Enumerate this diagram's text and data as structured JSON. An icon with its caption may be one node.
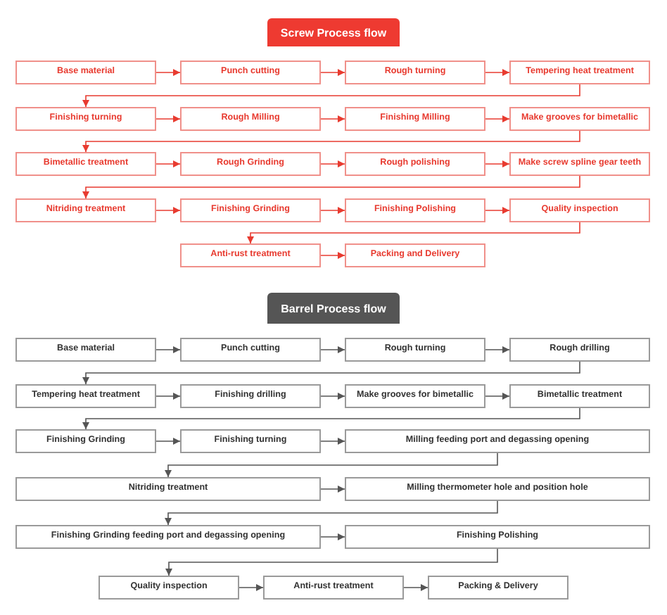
{
  "diagram": {
    "nodes": [
      {
        "text": [
          "Screw Process flow"
        ]
      },
      {
        "text": [
          "Base material"
        ]
      },
      {
        "text": [
          "Punch cutting"
        ]
      },
      {
        "text": [
          "Rough turning"
        ]
      },
      {
        "text": [
          "Tempering heat treatment"
        ]
      },
      {
        "text": [
          "Finishing turning"
        ]
      },
      {
        "text": [
          "Rough Milling"
        ]
      },
      {
        "text": [
          "Finishing Milling"
        ]
      },
      {
        "text": [
          "Make grooves for bimetallic"
        ]
      },
      {
        "text": [
          "Bimetallic treatment"
        ]
      },
      {
        "text": [
          "Rough Grinding"
        ]
      },
      {
        "text": [
          "Rough polishing"
        ]
      },
      {
        "text": [
          "Make screw spline gear teeth"
        ]
      },
      {
        "text": [
          "Nitriding treatment"
        ]
      },
      {
        "text": [
          "Finishing Grinding"
        ]
      },
      {
        "text": [
          "Finishing Polishing"
        ]
      },
      {
        "text": [
          "Quality inspection"
        ]
      },
      {
        "text": [
          "Anti-rust treatment"
        ]
      },
      {
        "text": [
          "Packing and Delivery"
        ]
      },
      {
        "text": [
          "Barrel Process flow"
        ]
      },
      {
        "text": [
          "Base material"
        ]
      },
      {
        "text": [
          "Punch cutting"
        ]
      },
      {
        "text": [
          "Rough turning"
        ]
      },
      {
        "text": [
          "Rough drilling"
        ]
      },
      {
        "text": [
          "Tempering heat treatment"
        ]
      },
      {
        "text": [
          "Finishing drilling"
        ]
      },
      {
        "text": [
          "Make grooves for bimetallic"
        ]
      },
      {
        "text": [
          "Bimetallic treatment"
        ]
      },
      {
        "text": [
          "Finishing Grinding"
        ]
      },
      {
        "text": [
          "Finishing turning"
        ]
      },
      {
        "text": [
          "Milling feeding port and degassing opening"
        ]
      },
      {
        "text": [
          "Nitriding treatment"
        ]
      },
      {
        "text": [
          "Milling thermometer hole and position hole"
        ]
      },
      {
        "text": [
          "Finishing Grinding feeding port and degassing opening"
        ]
      },
      {
        "text": [
          "Finishing Polishing"
        ]
      },
      {
        "text": [
          "Quality inspection"
        ]
      },
      {
        "text": [
          "Anti-rust treatment"
        ]
      },
      {
        "text": [
          "Packing & Delivery"
        ]
      }
    ],
    "edges": [
      {
        "from": 1,
        "to": 2,
        "arrow": "to"
      },
      {
        "from": 2,
        "to": 3,
        "arrow": "to"
      },
      {
        "from": 3,
        "to": 4,
        "arrow": "to"
      },
      {
        "from": 4,
        "to": 5,
        "arrow": "to"
      },
      {
        "from": 5,
        "to": 6,
        "arrow": "to"
      },
      {
        "from": 6,
        "to": 7,
        "arrow": "to"
      },
      {
        "from": 7,
        "to": 8,
        "arrow": "to"
      },
      {
        "from": 8,
        "to": 9,
        "arrow": "to"
      },
      {
        "from": 9,
        "to": 10,
        "arrow": "to"
      },
      {
        "from": 10,
        "to": 11,
        "arrow": "to"
      },
      {
        "from": 11,
        "to": 12,
        "arrow": "to"
      },
      {
        "from": 12,
        "to": 13,
        "arrow": "to"
      },
      {
        "from": 13,
        "to": 14,
        "arrow": "to"
      },
      {
        "from": 14,
        "to": 15,
        "arrow": "to"
      },
      {
        "from": 15,
        "to": 16,
        "arrow": "to"
      },
      {
        "from": 16,
        "to": 17,
        "arrow": "to"
      },
      {
        "from": 17,
        "to": 18,
        "arrow": "to"
      },
      {
        "from": 20,
        "to": 21,
        "arrow": "to",
        "color": "#555555"
      },
      {
        "from": 21,
        "to": 22,
        "arrow": "to",
        "color": "#555555"
      },
      {
        "from": 22,
        "to": 23,
        "arrow": "to",
        "color": "#555555"
      },
      {
        "from": 23,
        "to": 24,
        "arrow": "to",
        "color": "#555555"
      },
      {
        "from": 24,
        "to": 25,
        "arrow": "to",
        "color": "#555555"
      },
      {
        "from": 25,
        "to": 26,
        "arrow": "to",
        "color": "#555555"
      },
      {
        "from": 26,
        "to": 27,
        "arrow": "to",
        "color": "#555555"
      },
      {
        "from": 27,
        "to": 28,
        "arrow": "to",
        "color": "#555555"
      },
      {
        "from": 28,
        "to": 29,
        "arrow": "to",
        "color": "#555555"
      },
      {
        "from": 29,
        "to": 30,
        "arrow": "to",
        "color": "#555555"
      },
      {
        "from": 30,
        "to": 31,
        "arrow": "to",
        "color": "#555555"
      },
      {
        "from": 31,
        "to": 32,
        "arrow": "to",
        "color": "#555555"
      },
      {
        "from": 32,
        "to": 33,
        "arrow": "to",
        "color": "#555555"
      },
      {
        "from": 33,
        "to": 34,
        "arrow": "to",
        "color": "#555555"
      },
      {
        "from": 34,
        "to": 35,
        "arrow": "to",
        "color": "#555555"
      },
      {
        "from": 35,
        "to": 36,
        "arrow": "to",
        "color": "#555555"
      },
      {
        "from": 36,
        "to": 37,
        "arrow": "to",
        "color": "#555555"
      }
    ]
  }
}
